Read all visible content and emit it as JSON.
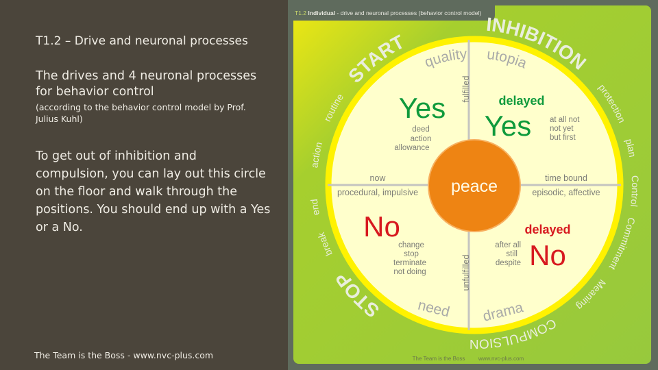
{
  "slide": {
    "title": "T1.2 – Drive and neuronal processes",
    "subtitle": "The drives and 4 neuronal processes for behavior control",
    "note": "(according to the behavior control model by Prof. Julius Kuhl)",
    "body": "To get out of inhibition and compulsion, you can lay out this circle on the floor and walk through the positions. You should end up with a Yes or a No.",
    "footer": "The Team is the Boss - www.nvc-plus.com"
  },
  "diagram": {
    "header_code": "T1.2",
    "header_bold": "Individual",
    "header_rest": " - drive and neuronal processes (behavior control model)",
    "ring": {
      "start": "START",
      "routine": "routine",
      "action": "action",
      "end": "end",
      "break": "break",
      "stop": "STOP",
      "inhibition": "INHIBITION",
      "protection": "protection",
      "plan": "plan",
      "control": "Control",
      "commitment": "Commitment",
      "meaning": "Meaning",
      "compulsion": "COMPULSION"
    },
    "quadrants": {
      "quality": "quality",
      "utopia": "utopia",
      "need": "need",
      "drama": "drama",
      "fulfilled": "fulfilled",
      "unfulfilled": "unfulfilled",
      "now": "now",
      "procedural": "procedural, impulsive",
      "time_bound": "time bound",
      "episodic": "episodic, affective",
      "yes": "Yes",
      "yes_sub": [
        "deed",
        "action",
        "allowance"
      ],
      "delayed_yes_label": "delayed",
      "delayed_yes": "Yes",
      "delayed_yes_sub": [
        "at all not",
        "not yet",
        "but first"
      ],
      "no": "No",
      "no_sub": [
        "change",
        "stop",
        "terminate",
        "not doing"
      ],
      "delayed_no_label": "delayed",
      "delayed_no": "No",
      "delayed_no_sub": [
        "after all",
        "still",
        "despite"
      ],
      "center": "peace"
    },
    "footer_left": "The Team is the Boss",
    "footer_right": "www.nvc-plus.com"
  },
  "colors": {
    "green": "#0f9a3c",
    "red": "#d7191f",
    "orange": "#ee8413",
    "yellow": "#fff200",
    "lime": "#97c93d"
  }
}
